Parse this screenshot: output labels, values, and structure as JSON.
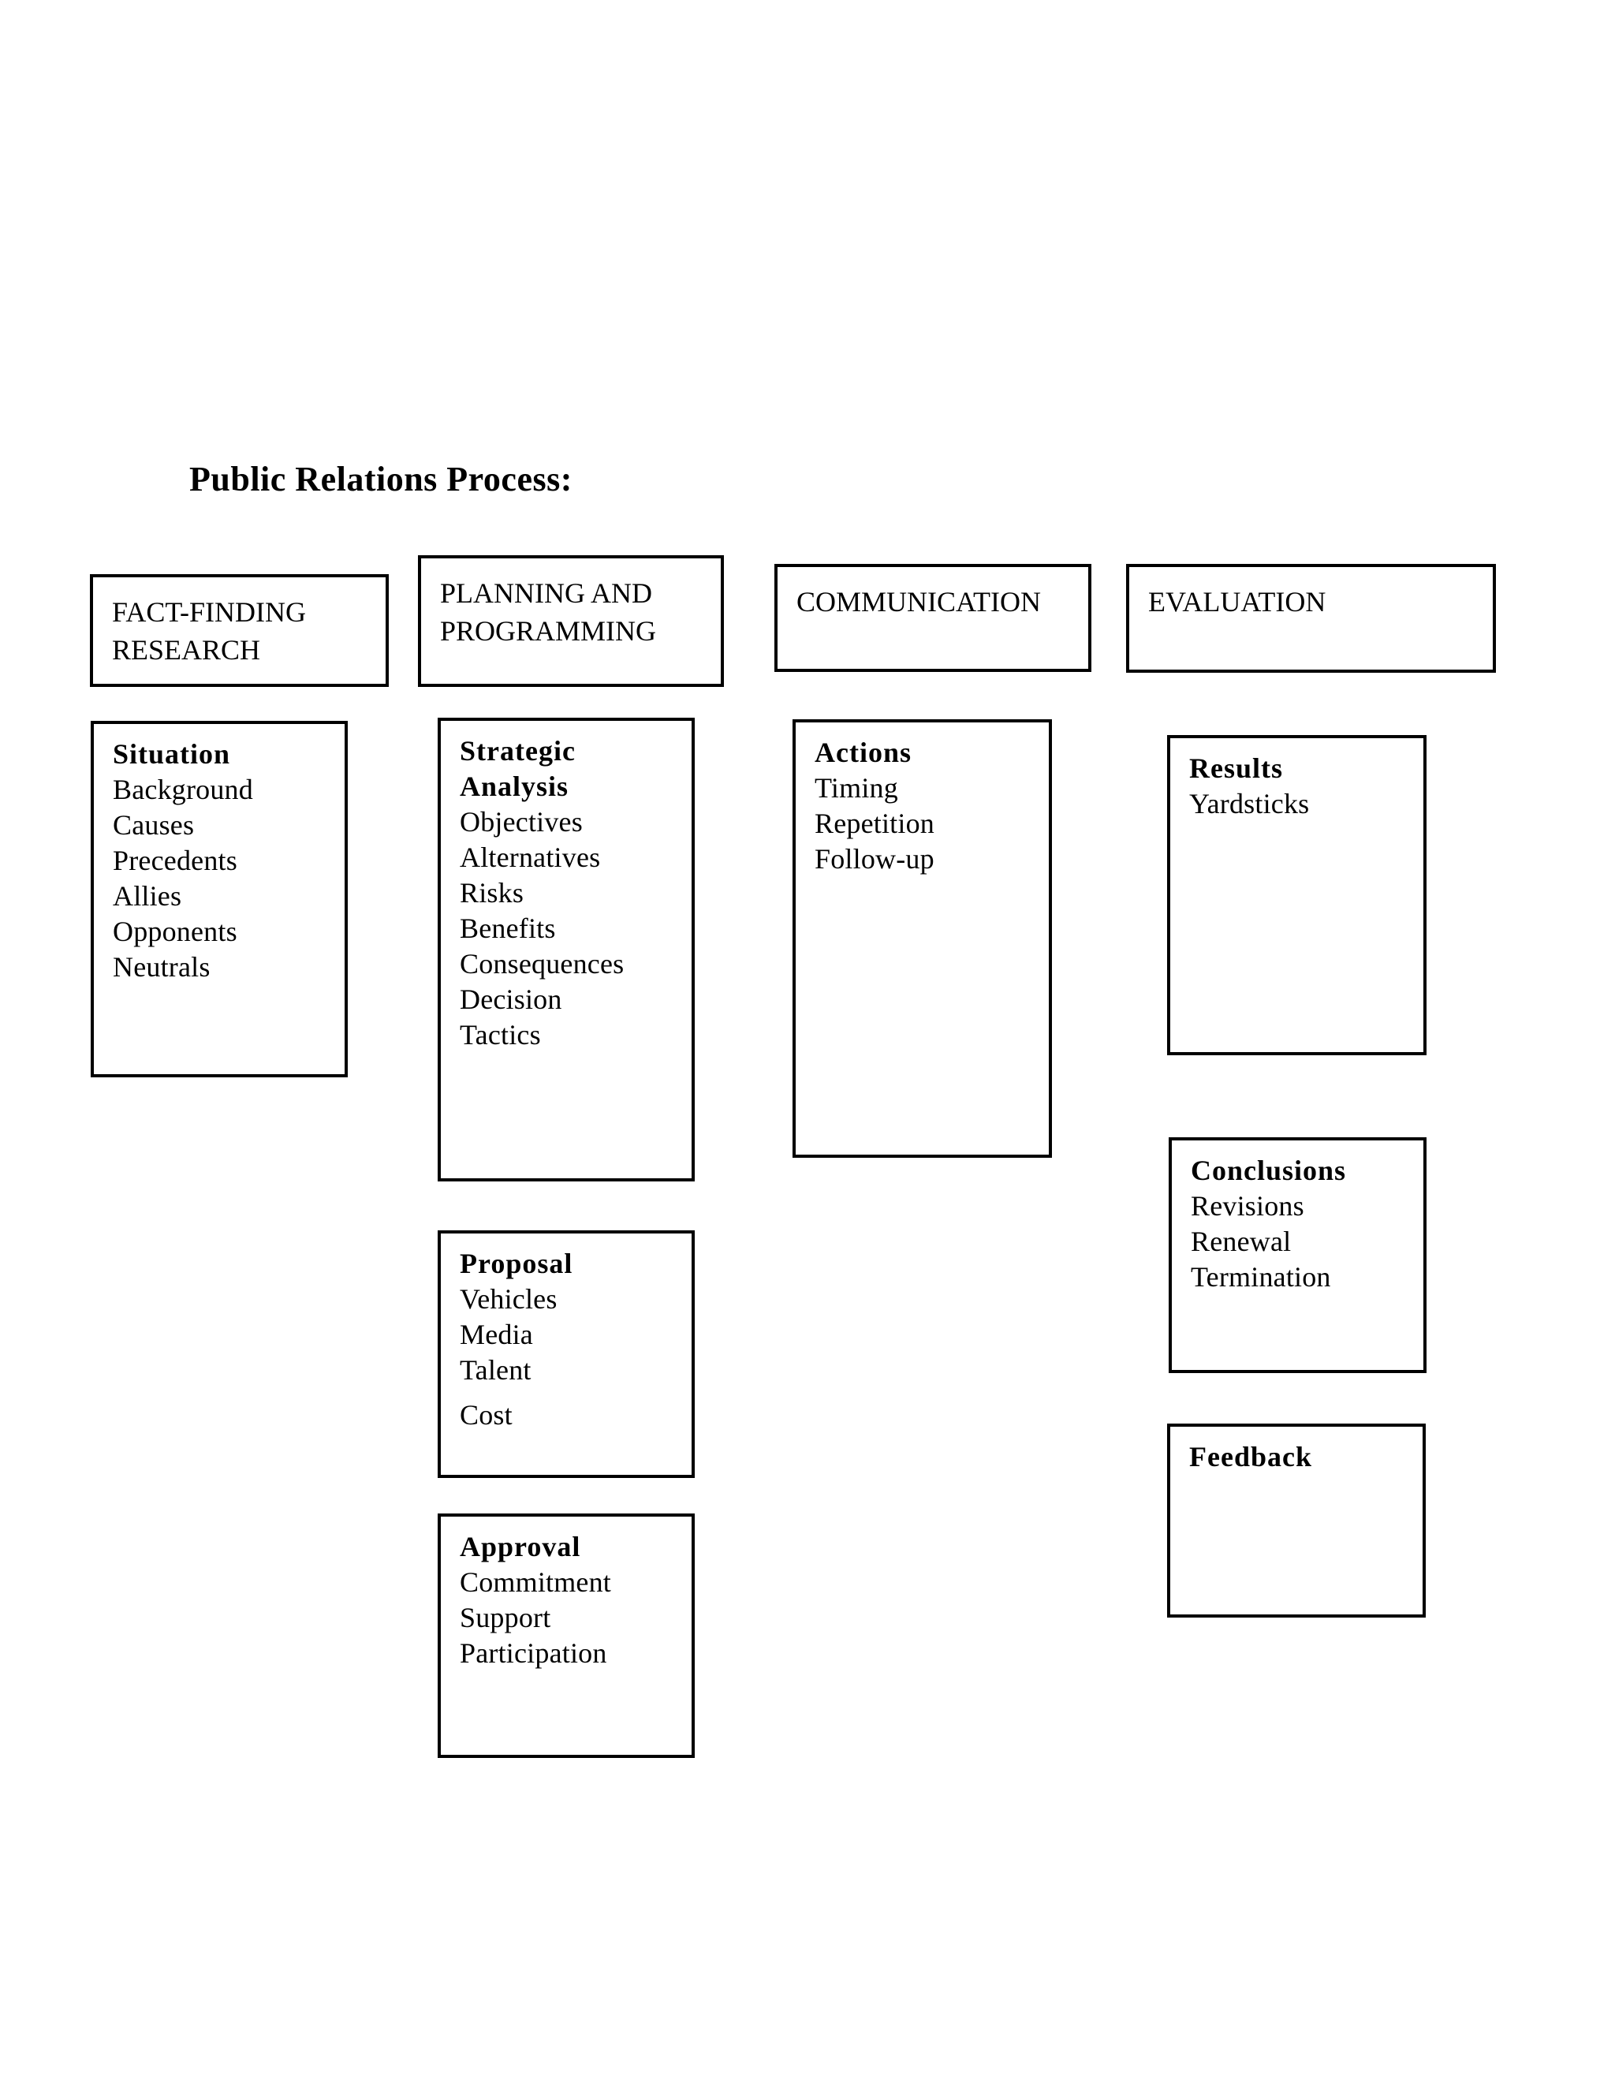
{
  "title": "Public Relations Process:",
  "headers": {
    "fact_finding": "FACT-FINDING RESEARCH",
    "planning": "PLANNING AND PROGRAMMING",
    "communication": "COMMUNICATION",
    "evaluation": "EVALUATION"
  },
  "boxes": {
    "situation": {
      "heading": "Situation",
      "items": [
        "Background",
        "Causes",
        "Precedents",
        "Allies",
        "Opponents",
        "Neutrals"
      ]
    },
    "strategic_analysis": {
      "heading": "Strategic Analysis",
      "items": [
        "Objectives",
        "Alternatives",
        "Risks",
        "Benefits",
        "Consequences",
        "Decision",
        "Tactics"
      ]
    },
    "proposal": {
      "heading": "Proposal",
      "items": [
        "Vehicles",
        "Media",
        "Talent",
        "Cost"
      ]
    },
    "approval": {
      "heading": "Approval",
      "items": [
        "Commitment",
        "Support",
        "Participation"
      ]
    },
    "actions": {
      "heading": "Actions",
      "items": [
        "Timing",
        "Repetition",
        "Follow-up"
      ]
    },
    "results": {
      "heading": "Results",
      "items": [
        "Yardsticks"
      ]
    },
    "conclusions": {
      "heading": "Conclusions",
      "items": [
        "Revisions",
        "Renewal",
        "Termination"
      ]
    },
    "feedback": {
      "heading": "Feedback",
      "items": []
    }
  }
}
